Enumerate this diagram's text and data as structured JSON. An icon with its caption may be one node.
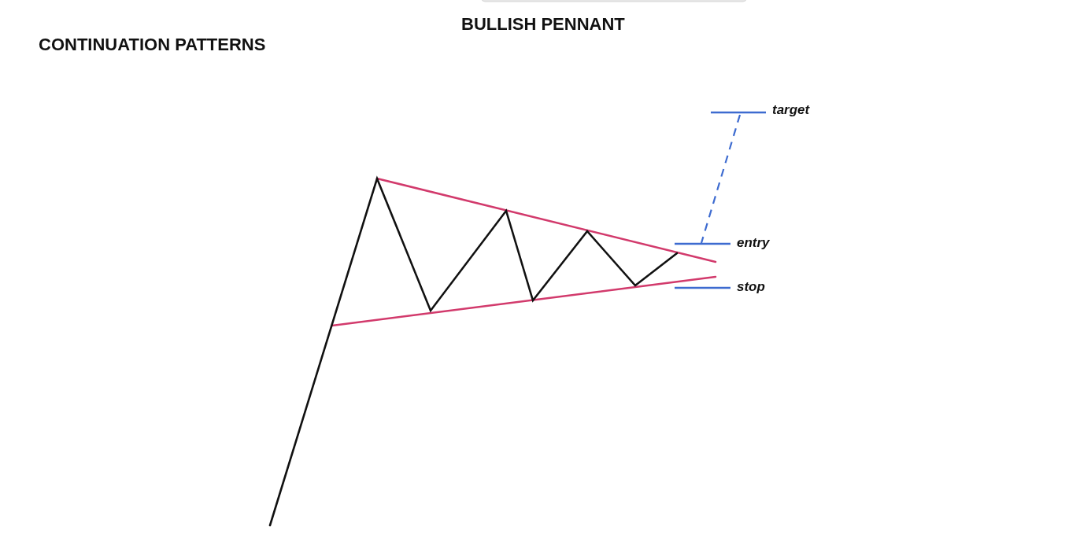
{
  "diagram": {
    "title": "BULLISH PENNANT",
    "labels": [
      "CONTINUATION PATTERNS",
      "target",
      "entry",
      "stop"
    ]
  }
}
